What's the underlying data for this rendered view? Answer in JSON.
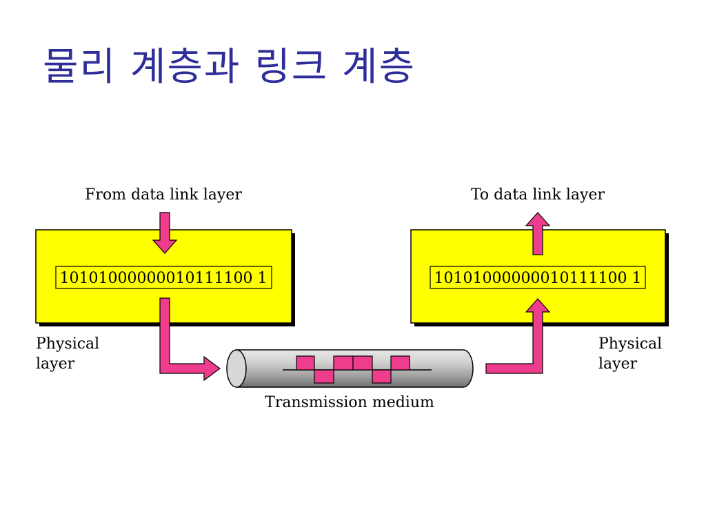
{
  "title": "물리 계층과 링크 계층",
  "diagram": {
    "from_label": "From data link layer",
    "to_label": "To data link layer",
    "left_bits": "10101000000010111100 1",
    "right_bits": "10101000000010111100 1",
    "left_layer_line1": "Physical",
    "left_layer_line2": "layer",
    "right_layer_line1": "Physical",
    "right_layer_line2": "layer",
    "medium_label": "Transmission medium"
  },
  "colors": {
    "title": "#2e2e9a",
    "box_fill": "#ffff00",
    "arrow": "#ee3d8c",
    "signal": "#ee3d8c"
  }
}
